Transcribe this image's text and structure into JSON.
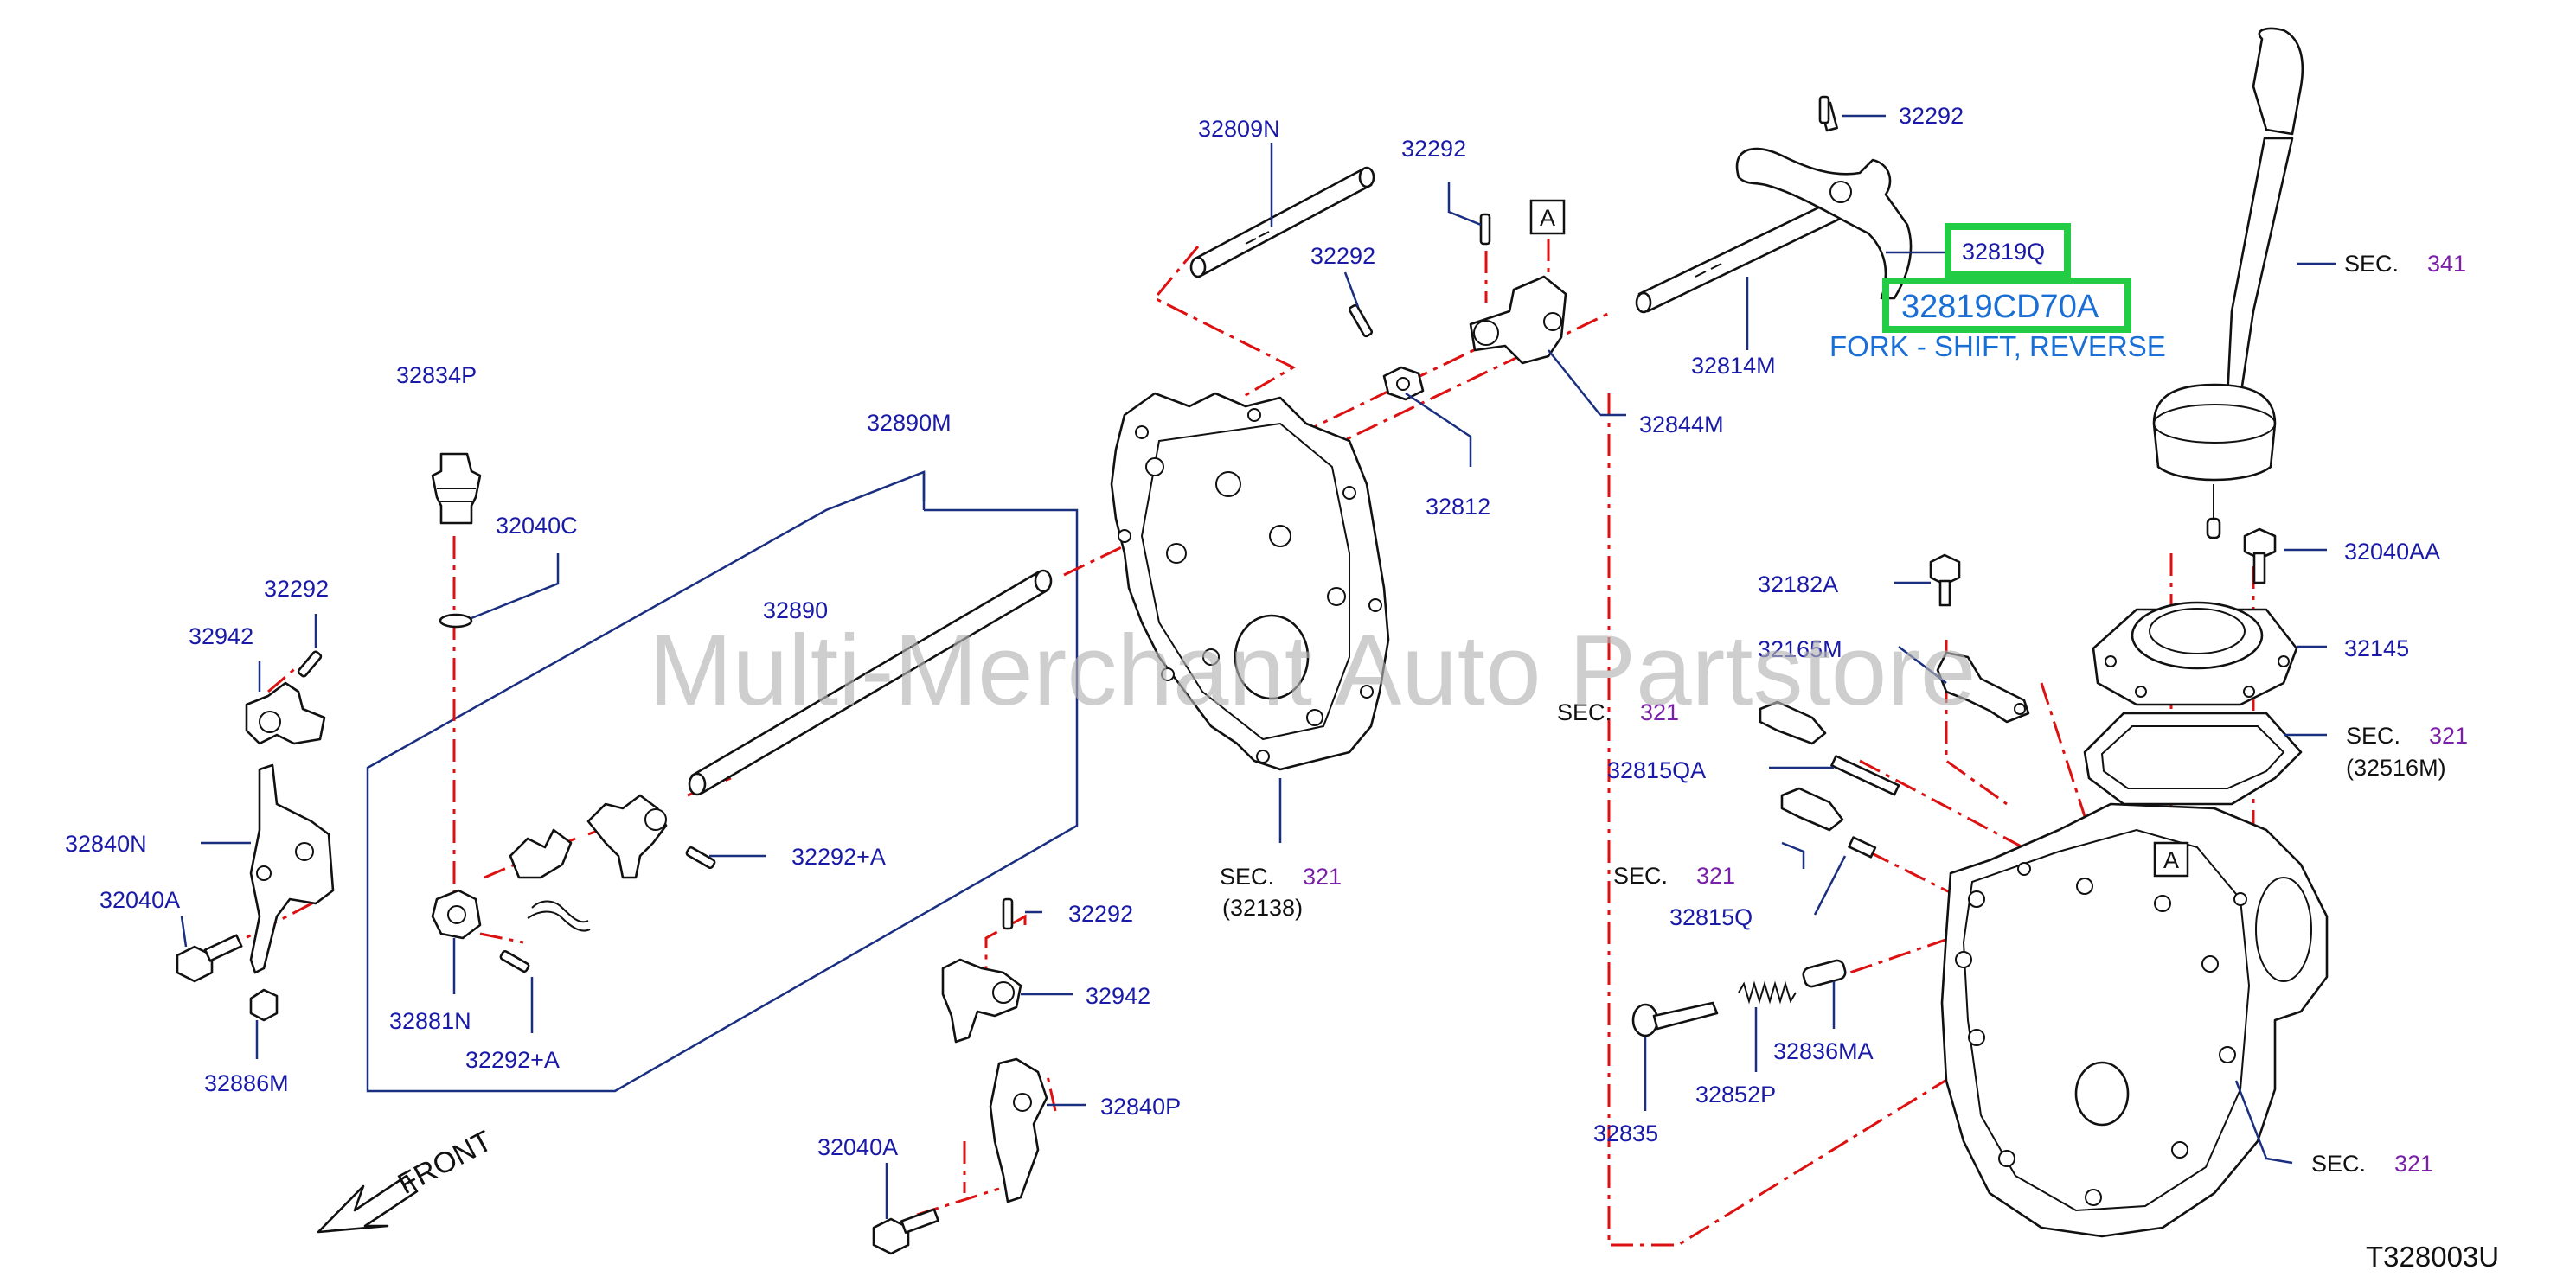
{
  "watermark": "Multi-Merchant Auto Partstore",
  "diagram_code": "T328003U",
  "front_label": "FRONT",
  "ref_marker": "A",
  "highlight": {
    "part_number": "32819CD70A",
    "description": "FORK - SHIFT, REVERSE"
  },
  "sec_prefix": "SEC.",
  "labels": {
    "p32809N": "32809N",
    "p32292_a": "32292",
    "p32292_b": "32292",
    "p32292_c": "32292",
    "p32292_d": "32292",
    "p32292_e": "32292",
    "p32819Q": "32819Q",
    "p32814M": "32814M",
    "p32844M": "32844M",
    "p32812": "32812",
    "p32890M": "32890M",
    "p32834P": "32834P",
    "p32040C": "32040C",
    "p32942_a": "32942",
    "p32942_b": "32942",
    "p32890": "32890",
    "p32840N": "32840N",
    "p32040A_a": "32040A",
    "p32040A_b": "32040A",
    "p32292A_a": "32292+A",
    "p32292A_b": "32292+A",
    "p32881N": "32881N",
    "p32886M": "32886M",
    "p32840P": "32840P",
    "p32182A": "32182A",
    "p32165M": "32165M",
    "p32815QA": "32815QA",
    "p32815Q": "32815Q",
    "p32835": "32835",
    "p32852P": "32852P",
    "p32836MA": "32836MA",
    "p32040AA": "32040AA",
    "p32145": "32145"
  },
  "sections": {
    "sec341": {
      "num": "341"
    },
    "sec321_gasket": {
      "num": "321",
      "sub": "(32516M)"
    },
    "sec321_housing": {
      "num": "321",
      "sub": "(32138)"
    },
    "sec321_switch_a": {
      "num": "321"
    },
    "sec321_switch_b": {
      "num": "321"
    },
    "sec321_case": {
      "num": "321"
    }
  },
  "colors": {
    "label_blue": "#1a1aa8",
    "section_purple": "#7a1fa8",
    "phantom_red": "#dd1111",
    "highlight_green": "#22cc44",
    "highlight_text": "#1a6fd6"
  }
}
